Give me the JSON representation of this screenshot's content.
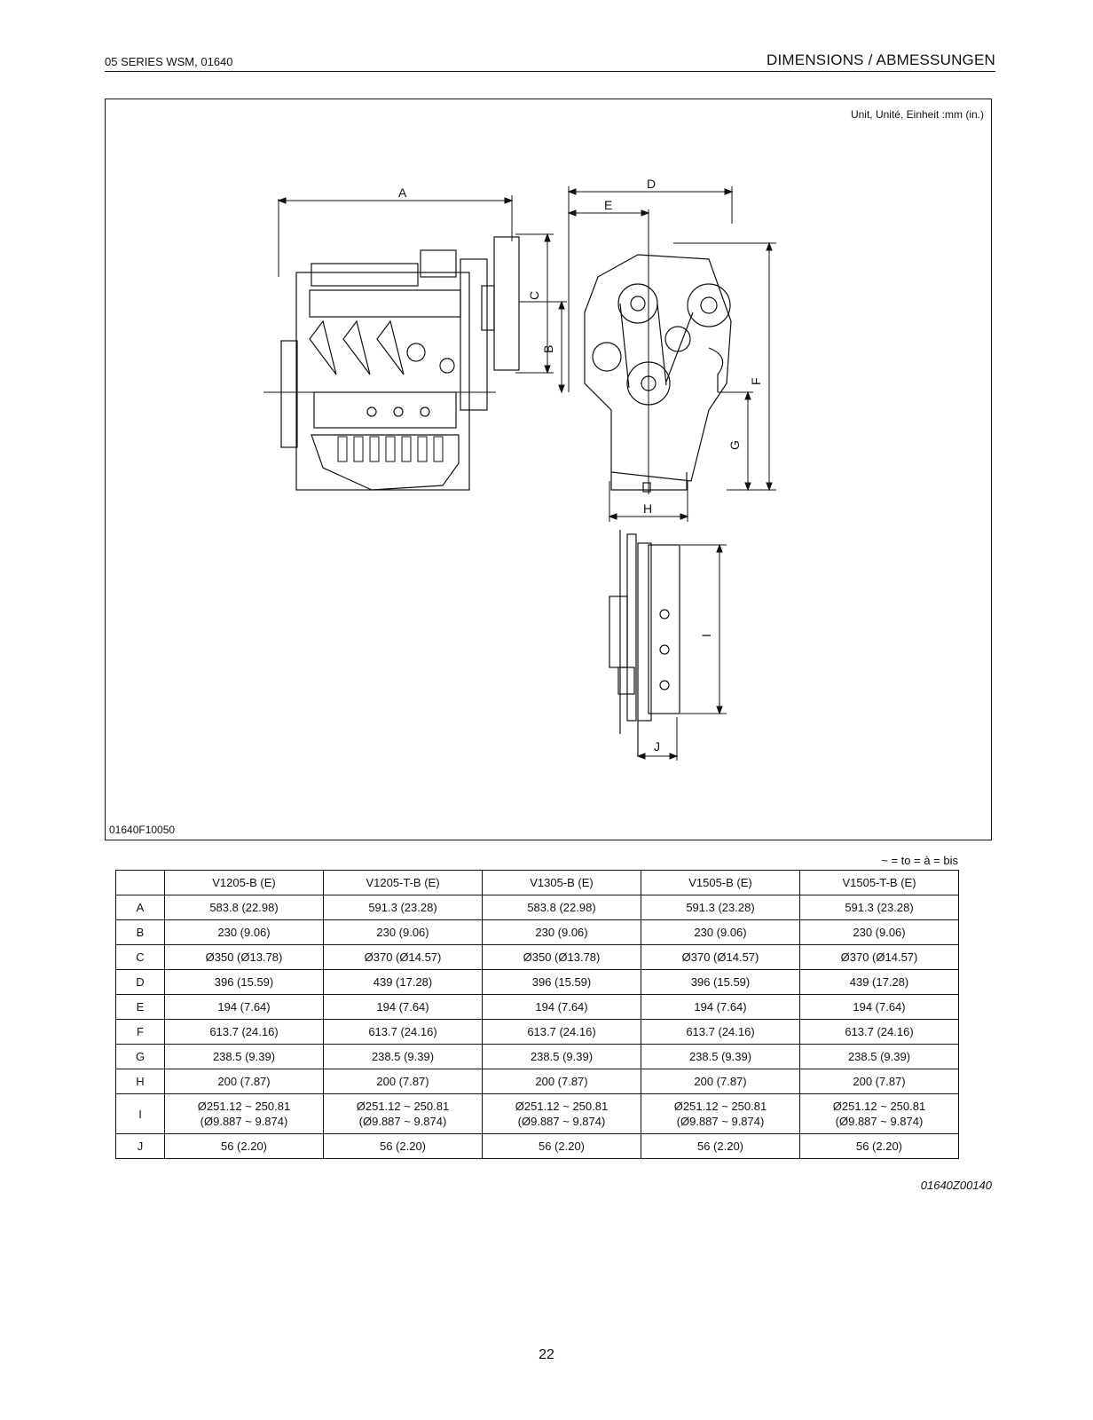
{
  "header": {
    "left": "05 SERIES WSM, 01640",
    "right": "DIMENSIONS / ABMESSUNGEN"
  },
  "figure": {
    "unit_note": "Unit, Unité, Einheit :mm (in.)",
    "code": "01640F10050",
    "dimension_labels": [
      "A",
      "B",
      "C",
      "D",
      "E",
      "F",
      "G",
      "H",
      "I",
      "J"
    ]
  },
  "table": {
    "note": "~ = to = à = bis",
    "columns": [
      "V1205-B (E)",
      "V1205-T-B (E)",
      "V1305-B (E)",
      "V1505-B (E)",
      "V1505-T-B (E)"
    ],
    "rows": [
      {
        "label": "A",
        "values": [
          "583.8 (22.98)",
          "591.3 (23.28)",
          "583.8 (22.98)",
          "591.3 (23.28)",
          "591.3 (23.28)"
        ]
      },
      {
        "label": "B",
        "values": [
          "230 (9.06)",
          "230 (9.06)",
          "230 (9.06)",
          "230 (9.06)",
          "230 (9.06)"
        ]
      },
      {
        "label": "C",
        "values": [
          "Ø350 (Ø13.78)",
          "Ø370 (Ø14.57)",
          "Ø350 (Ø13.78)",
          "Ø370 (Ø14.57)",
          "Ø370 (Ø14.57)"
        ]
      },
      {
        "label": "D",
        "values": [
          "396 (15.59)",
          "439 (17.28)",
          "396 (15.59)",
          "396 (15.59)",
          "439 (17.28)"
        ]
      },
      {
        "label": "E",
        "values": [
          "194 (7.64)",
          "194 (7.64)",
          "194 (7.64)",
          "194 (7.64)",
          "194 (7.64)"
        ]
      },
      {
        "label": "F",
        "values": [
          "613.7 (24.16)",
          "613.7 (24.16)",
          "613.7 (24.16)",
          "613.7 (24.16)",
          "613.7 (24.16)"
        ]
      },
      {
        "label": "G",
        "values": [
          "238.5 (9.39)",
          "238.5 (9.39)",
          "238.5 (9.39)",
          "238.5 (9.39)",
          "238.5 (9.39)"
        ]
      },
      {
        "label": "H",
        "values": [
          "200 (7.87)",
          "200 (7.87)",
          "200 (7.87)",
          "200 (7.87)",
          "200 (7.87)"
        ]
      },
      {
        "label": "I",
        "values": [
          "Ø251.12 ~ 250.81",
          "Ø251.12 ~ 250.81",
          "Ø251.12 ~ 250.81",
          "Ø251.12 ~ 250.81",
          "Ø251.12 ~ 250.81"
        ],
        "values2": [
          "(Ø9.887 ~ 9.874)",
          "(Ø9.887 ~ 9.874)",
          "(Ø9.887 ~ 9.874)",
          "(Ø9.887 ~ 9.874)",
          "(Ø9.887 ~ 9.874)"
        ]
      },
      {
        "label": "J",
        "values": [
          "56 (2.20)",
          "56 (2.20)",
          "56 (2.20)",
          "56 (2.20)",
          "56 (2.20)"
        ]
      }
    ],
    "code": "01640Z00140"
  },
  "page_number": "22"
}
